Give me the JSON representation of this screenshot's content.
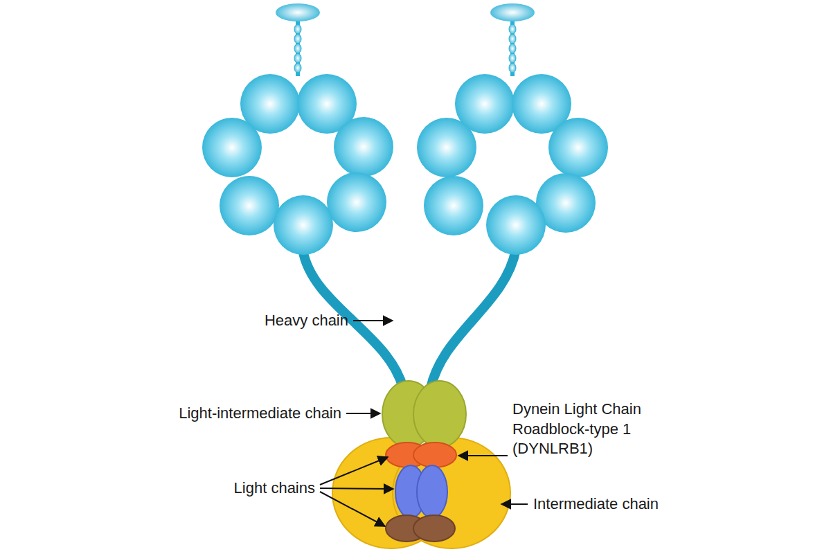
{
  "diagram": {
    "labels": [
      "Heavy chain",
      "Light-intermediate chain",
      "Dynein Light Chain Roadblock-type 1 (DYNLRB1)",
      "Light chains",
      "Intermediate chain"
    ]
  }
}
